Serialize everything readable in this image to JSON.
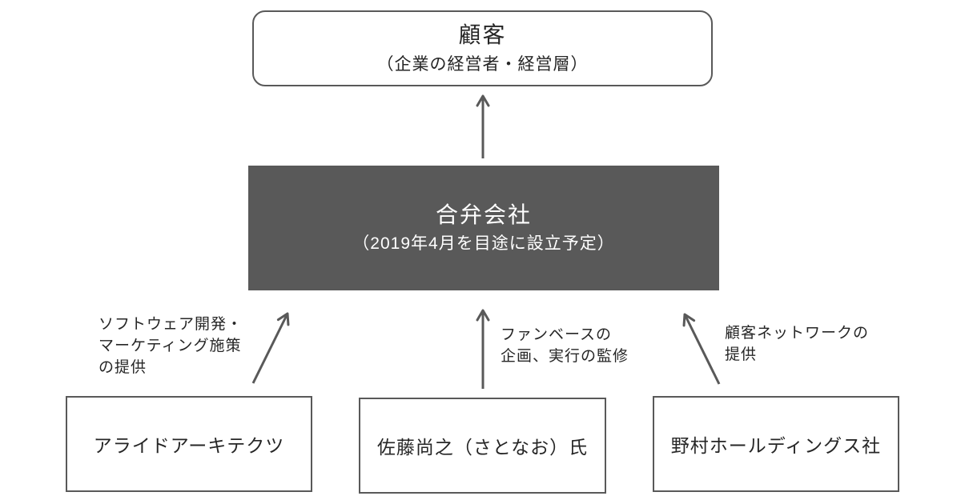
{
  "colors": {
    "dark_gray": "#595959",
    "text": "#262626",
    "background": "#ffffff",
    "jv_box_fill": "#595959",
    "jv_box_text": "#ffffff"
  },
  "customer_box": {
    "title": "顧客",
    "subtitle": "（企業の経営者・経営層）"
  },
  "jv_box": {
    "title": "合弁会社",
    "subtitle": "（2019年4月を目途に設立予定）"
  },
  "partners": [
    {
      "name": "アライドアーキテクツ",
      "contribution_lines": [
        "ソフトウェア開発・",
        "マーケティング施策",
        "の提供"
      ]
    },
    {
      "name": "佐藤尚之（さとなお）氏",
      "contribution_lines": [
        "ファンベースの",
        "企画、実行の監修"
      ]
    },
    {
      "name": "野村ホールディングス社",
      "contribution_lines": [
        "顧客ネットワークの",
        "提供"
      ]
    }
  ]
}
